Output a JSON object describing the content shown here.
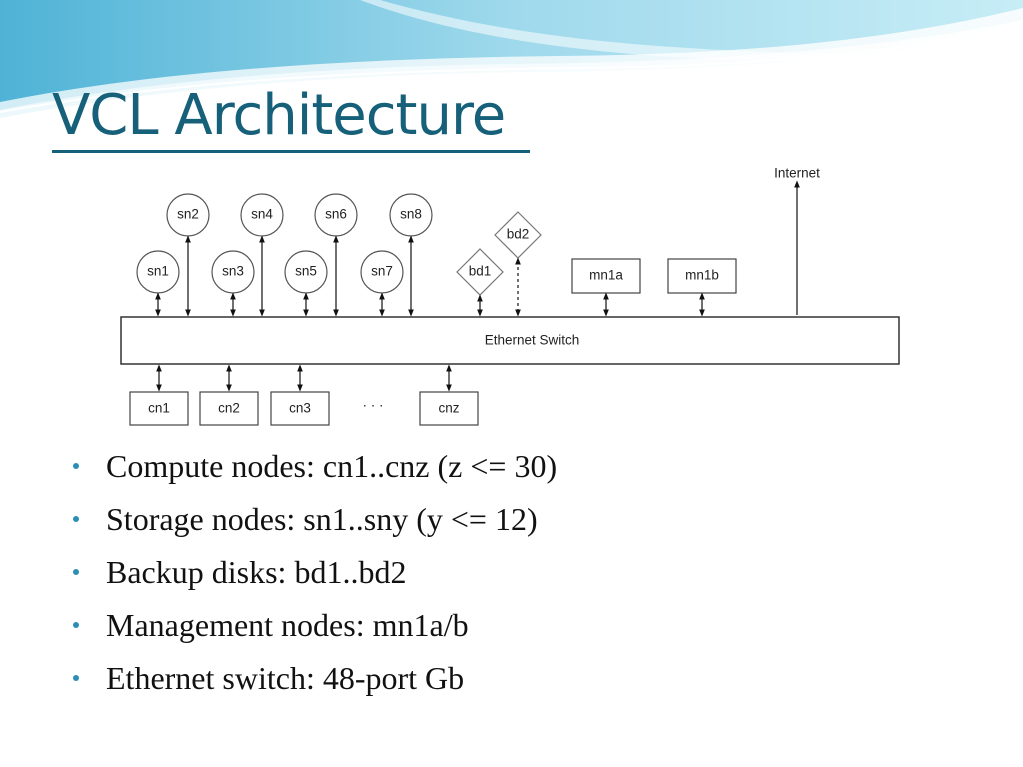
{
  "slide": {
    "title": "VCL Architecture"
  },
  "diagram": {
    "storage_nodes": [
      "sn1",
      "sn2",
      "sn3",
      "sn4",
      "sn5",
      "sn6",
      "sn7",
      "sn8"
    ],
    "backup_disks": [
      "bd1",
      "bd2"
    ],
    "management_nodes": [
      "mn1a",
      "mn1b"
    ],
    "internet_label": "Internet",
    "switch_label": "Ethernet Switch",
    "compute_nodes": [
      "cn1",
      "cn2",
      "cn3",
      "cnz"
    ],
    "ellipsis": "· · ·"
  },
  "bullets": [
    "Compute nodes: cn1..cnz (z <= 30)",
    "Storage nodes: sn1..sny (y <= 12)",
    "Backup disks: bd1..bd2",
    "Management nodes: mn1a/b",
    "Ethernet switch: 48-port Gb"
  ],
  "colors": {
    "title": "#17607a",
    "bullet": "#2b8fb4",
    "wave_dark": "#5ab8d8",
    "wave_light": "#bfe5f2"
  }
}
